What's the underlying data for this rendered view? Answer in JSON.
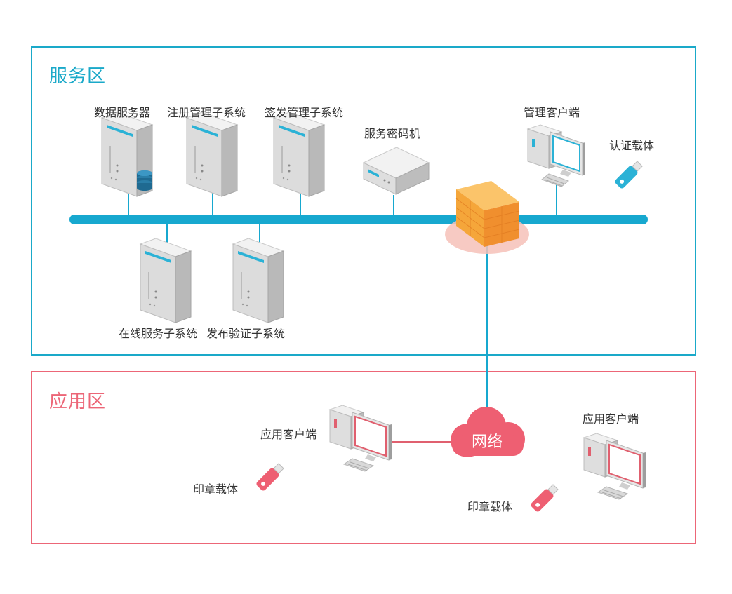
{
  "colors": {
    "service_border": "#1aa9c9",
    "service_title": "#1aa9c9",
    "app_border": "#ec6677",
    "app_title": "#ec6677",
    "bus": "#17a8cf",
    "cloud": "#ee5f72",
    "firewall": "#f5a63a",
    "link_red": "#e0606f"
  },
  "service_zone": {
    "title": "服务区",
    "nodes": {
      "data_server": "数据服务器",
      "register_mgmt": "注册管理子系统",
      "issue_mgmt": "签发管理子系统",
      "crypto_machine": "服务密码机",
      "mgmt_client": "管理客户端",
      "auth_carrier": "认证载体",
      "online_service": "在线服务子系统",
      "publish_verify": "发布验证子系统"
    }
  },
  "app_zone": {
    "title": "应用区",
    "network": "网络",
    "nodes": {
      "app_client_left": "应用客户端",
      "seal_carrier_left": "印章载体",
      "app_client_right": "应用客户端",
      "seal_carrier_right": "印章载体"
    }
  }
}
